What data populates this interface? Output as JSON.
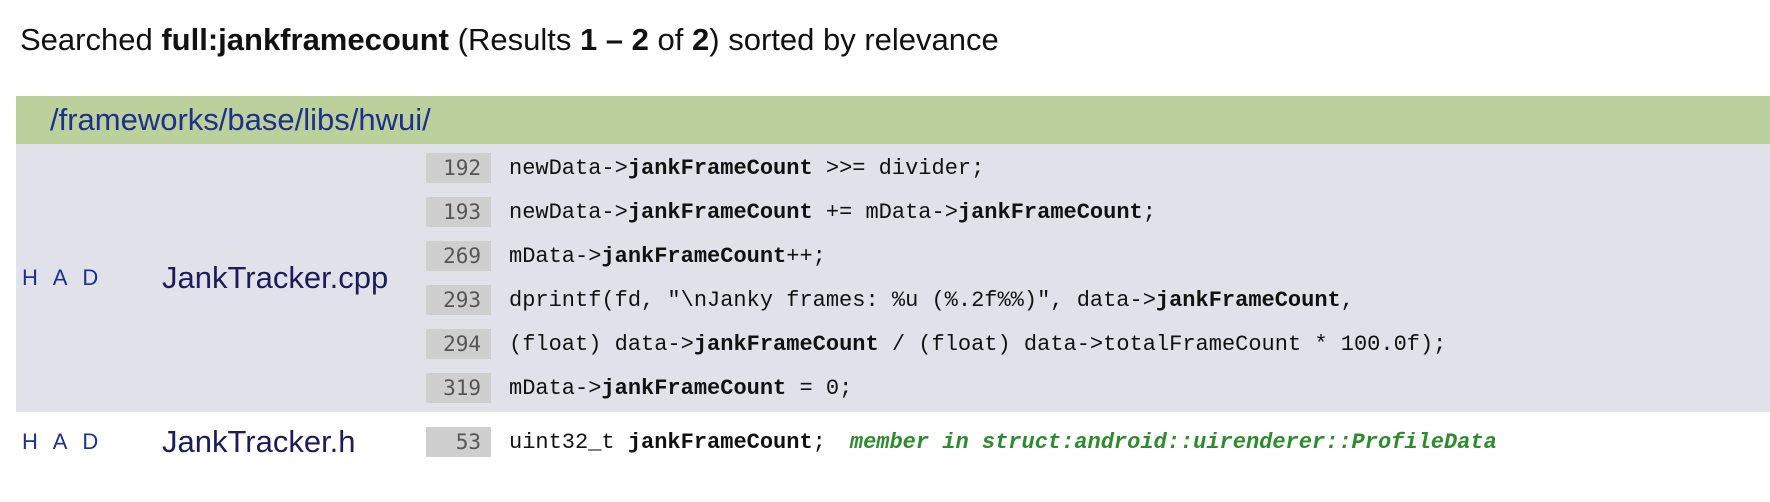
{
  "summary": {
    "searched_label": "Searched",
    "query": "full:jankframecount",
    "results_open": "(Results",
    "range": "1 – 2",
    "of_label": "of",
    "total": "2",
    "results_close": ")",
    "sorted_label": "sorted by relevance"
  },
  "directory": {
    "path": "/frameworks/base/libs/hwui/"
  },
  "files": [
    {
      "had": [
        "H",
        "A",
        "D"
      ],
      "name": "JankTracker.cpp",
      "lines": [
        {
          "no": "192",
          "pre": "newData->",
          "hit": "jankFrameCount",
          "post": " >>= divider;"
        },
        {
          "no": "193",
          "pre": "newData->",
          "hit": "jankFrameCount",
          "post": " += mData->",
          "hit2": "jankFrameCount",
          "post2": ";"
        },
        {
          "no": "269",
          "pre": "mData->",
          "hit": "jankFrameCount",
          "post": "++;"
        },
        {
          "no": "293",
          "pre": "dprintf(fd, \"\\nJanky frames: %u (%.2f%%)\", data->",
          "hit": "jankFrameCount",
          "post": ","
        },
        {
          "no": "294",
          "pre": "(float) data->",
          "hit": "jankFrameCount",
          "post": " / (float) data->totalFrameCount * 100.0f);"
        },
        {
          "no": "319",
          "pre": "mData->",
          "hit": "jankFrameCount",
          "post": " = 0;"
        }
      ]
    },
    {
      "had": [
        "H",
        "A",
        "D"
      ],
      "name": "JankTracker.h",
      "lines": [
        {
          "no": "53",
          "pre": "uint32_t ",
          "hit": "jankFrameCount",
          "post": ";",
          "scope": "member in struct:android::uirenderer::ProfileData"
        }
      ]
    }
  ],
  "colors": {
    "directory_bar": "#bbd09a",
    "shaded_row": "#e1e1ea",
    "link": "#1f2f8c",
    "scope_green": "#2e8b2e",
    "line_number_bg": "#cfcfcf"
  }
}
